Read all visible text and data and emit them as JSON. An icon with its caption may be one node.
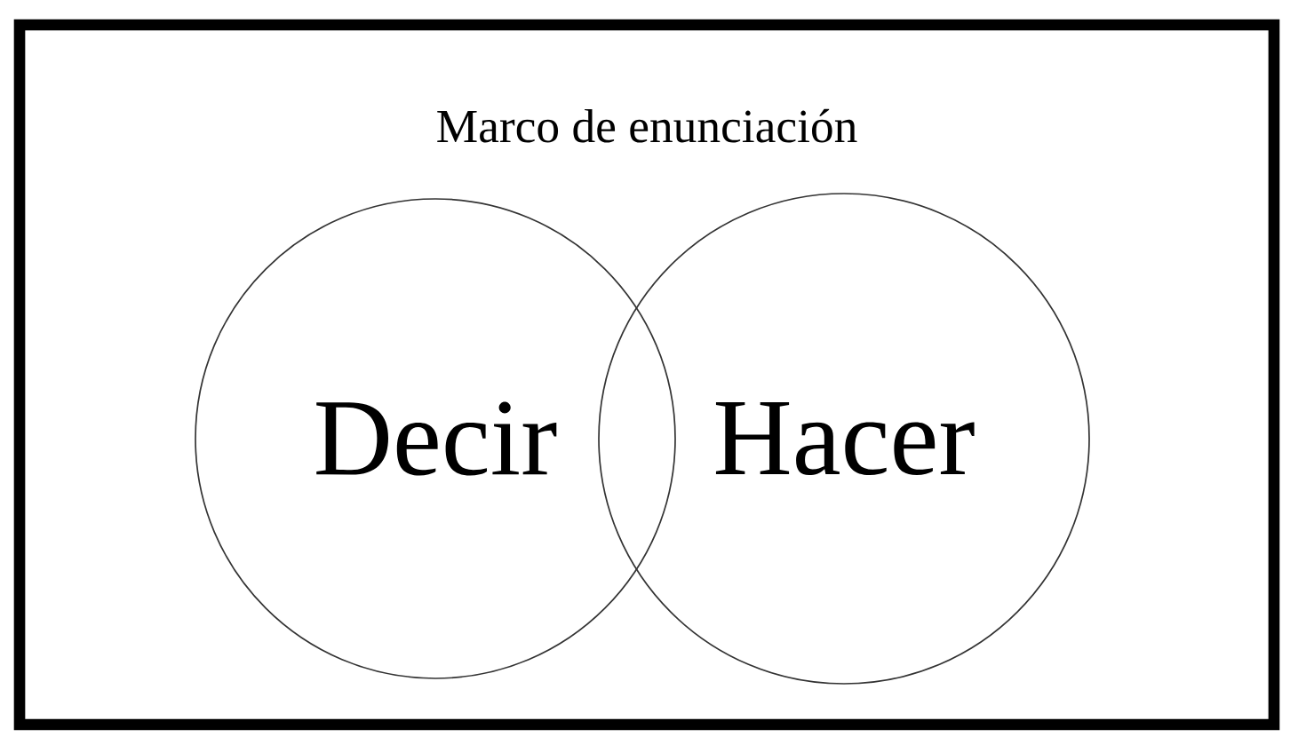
{
  "diagram": {
    "nodes": [
      {
        "text": [
          "Marco de enunciación"
        ]
      },
      {
        "text": [
          "Decir"
        ],
        "in": 0
      },
      {
        "text": [
          "Hacer"
        ],
        "in": 0
      }
    ]
  }
}
